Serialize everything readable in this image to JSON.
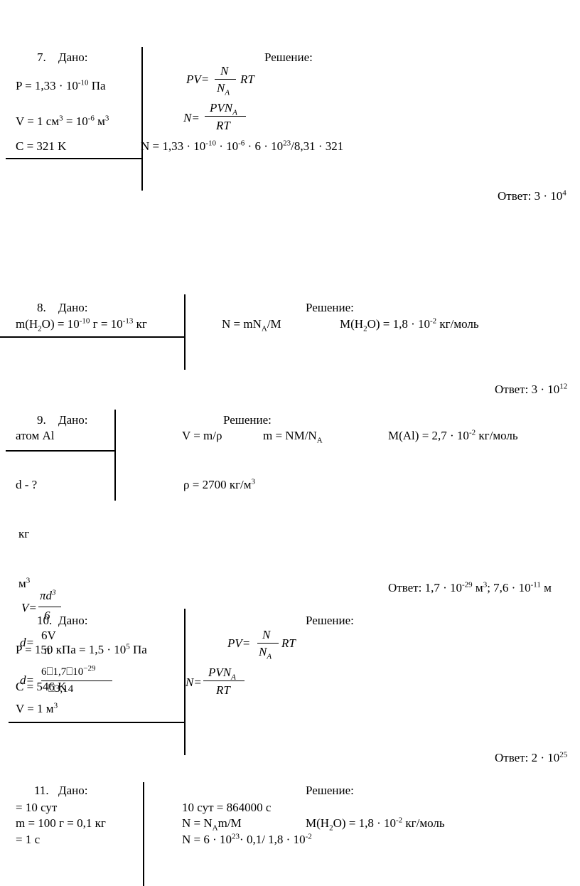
{
  "p7": {
    "num": "7.",
    "given": "Дано:",
    "solution": "Решение:",
    "p": "P = 1,33 · 10",
    "p_exp": "-10",
    "p_unit": " Па",
    "v": "V = 1 см",
    "v_exp1": "3",
    "v_mid": " = 10",
    "v_exp2": "-6",
    "v_unit": " м",
    "v_exp3": "3",
    "c": "C = 321 K",
    "f1_lhs": "PV=",
    "f1_num": "N",
    "f1_den": "N",
    "f1_den_sub": "A",
    "f1_rhs": "RT",
    "f2_lhs": "N=",
    "f2_num": "PVN",
    "f2_num_sub": "A",
    "f2_den": "RT",
    "calc_a": "N =  1,33 · 10",
    "calc_exp1": "-10",
    "calc_b": " ·  10",
    "calc_exp2": "-6",
    "calc_c": " · 6 · 10",
    "calc_exp3": "23",
    "calc_d": "/8,31 · 321",
    "answer": "Ответ: 3 · 10",
    "answer_exp": "4"
  },
  "p8": {
    "num": "8.",
    "given": "Дано:",
    "solution": "Решение:",
    "m_a": "m(H",
    "m_sub": "2",
    "m_b": "O) = 10",
    "m_exp1": "-10",
    "m_c": " г = 10",
    "m_exp2": "-13",
    "m_unit": " кг",
    "n_a": "N = mN",
    "n_sub": "A",
    "n_b": "/M",
    "mm_a": "M(H",
    "mm_sub": "2",
    "mm_b": "O) = 1,8 · 10",
    "mm_exp": "-2",
    "mm_unit": " кг/моль",
    "answer": "Ответ: 3 · 10",
    "answer_exp": "12"
  },
  "p9": {
    "num": "9.",
    "given": "Дано:",
    "solution": "Решение:",
    "atom": "атом Al",
    "d": "d - ?",
    "v": "V = m/ρ",
    "m_a": "m = NM/N",
    "m_sub": "A",
    "mm_a": "M(Al) = 2,7 · 10",
    "mm_exp": "-2",
    "mm_unit": " кг/моль",
    "rho_a": "ρ = 2700 кг/м",
    "rho_exp": "3",
    "kg": "кг",
    "m3_a": "м",
    "m3_exp": "3",
    "fv_lhs": "V=",
    "fv_num": "πd",
    "fv_num_exp": "3",
    "fv_den": "6",
    "fd_lhs": "d=",
    "fd_a": "6V",
    "fd_b": "π",
    "fd2_a": "6⎕1,7⎕10",
    "fd2_exp": "−29",
    "fd2_b": "⎕3,14",
    "answer_a": "Ответ: 1,7 · 10",
    "answer_exp1": "-29",
    "answer_b": " м",
    "answer_exp2": "3",
    "answer_c": "; 7,6 · 10",
    "answer_exp3": "-11",
    "answer_d": " м"
  },
  "p10": {
    "num": "10.",
    "given": "Дано:",
    "solution": "Решение:",
    "p_a": "P = 150 кПа = 1,5 · 10",
    "p_exp": "5",
    "p_unit": " Па",
    "c": "C = 546 K",
    "v_a": "V = 1 м",
    "v_exp": "3",
    "f1_lhs": "PV=",
    "f1_num": "N",
    "f1_den": "N",
    "f1_den_sub": "A",
    "f1_rhs": "RT",
    "f2_lhs": "N=",
    "f2_num": "PVN",
    "f2_num_sub": "A",
    "f2_den": "RT",
    "answer": "Ответ: 2 · 10",
    "answer_exp": "25"
  },
  "p11": {
    "num": "11.",
    "given": "Дано:",
    "solution": "Решение:",
    "t": " = 10 сут",
    "m": "m = 100 г = 0,1 кг",
    "tau": " = 1 с",
    "conv": "10 сут = 864000 с",
    "n_a": "N = N",
    "n_sub": "A",
    "n_b": "m/M",
    "mm_a": "M(H",
    "mm_sub": "2",
    "mm_b": "O) = 1,8 · 10",
    "mm_exp": "-2",
    "mm_unit": " кг/моль",
    "calc_a": "N =  6 · 10",
    "calc_exp1": "23",
    "calc_b": "· 0,1/ 1,8 · 10",
    "calc_exp2": "-2"
  }
}
